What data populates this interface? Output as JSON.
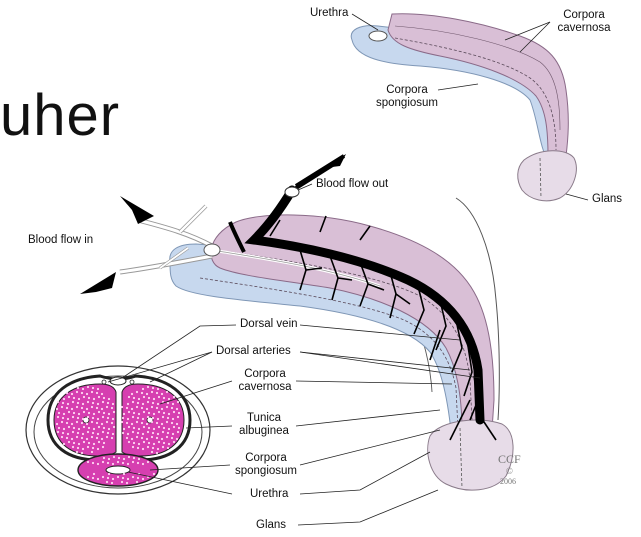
{
  "slide": {
    "partial_title": "uher"
  },
  "labels": {
    "urethra_top": "Urethra",
    "corpora_cavernosa_top": [
      "Corpora",
      "cavernosa"
    ],
    "corpora_spongiosum_top": [
      "Corpora",
      "spongiosum"
    ],
    "glans_top": "Glans",
    "blood_flow_out": "Blood flow out",
    "blood_flow_in": "Blood flow in",
    "dorsal_vein": "Dorsal vein",
    "dorsal_arteries": "Dorsal arteries",
    "corpora_cavernosa": [
      "Corpora",
      "cavernosa"
    ],
    "tunica_albuginea": [
      "Tunica",
      "albuginea"
    ],
    "corpora_spongiosum": [
      "Corpora",
      "spongiosum"
    ],
    "urethra": "Urethra",
    "glans": "Glans"
  },
  "credit": {
    "mark": "CCF",
    "copyright": "©",
    "year": "2006"
  },
  "colors": {
    "cavernosa": "#d9bfd6",
    "cavernosa_stroke": "#8a6a88",
    "spongiosum": "#c7d8ee",
    "glans": "#e7dce8",
    "tissue": "#d63fb0",
    "vessel": "#000000"
  }
}
